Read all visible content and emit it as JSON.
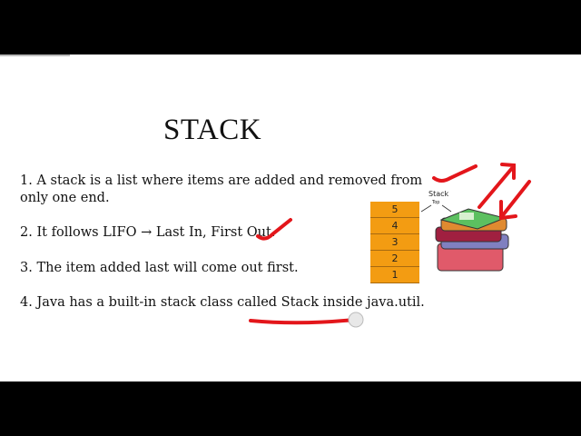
{
  "slide": {
    "title": "STACK",
    "points": [
      "1. A stack is a list where items are added and removed from only one end.",
      "2. It follows LIFO → Last In, First Out.",
      "3. The item added last will come out first.",
      "4. Java has a built-in stack class called Stack inside java.util."
    ],
    "diagram": {
      "label": "Stack",
      "top_label": "Top",
      "cells": [
        "5",
        "4",
        "3",
        "2",
        "1"
      ]
    }
  },
  "colors": {
    "stack_cell": "#f39c12",
    "annotation": "#e3161b"
  }
}
